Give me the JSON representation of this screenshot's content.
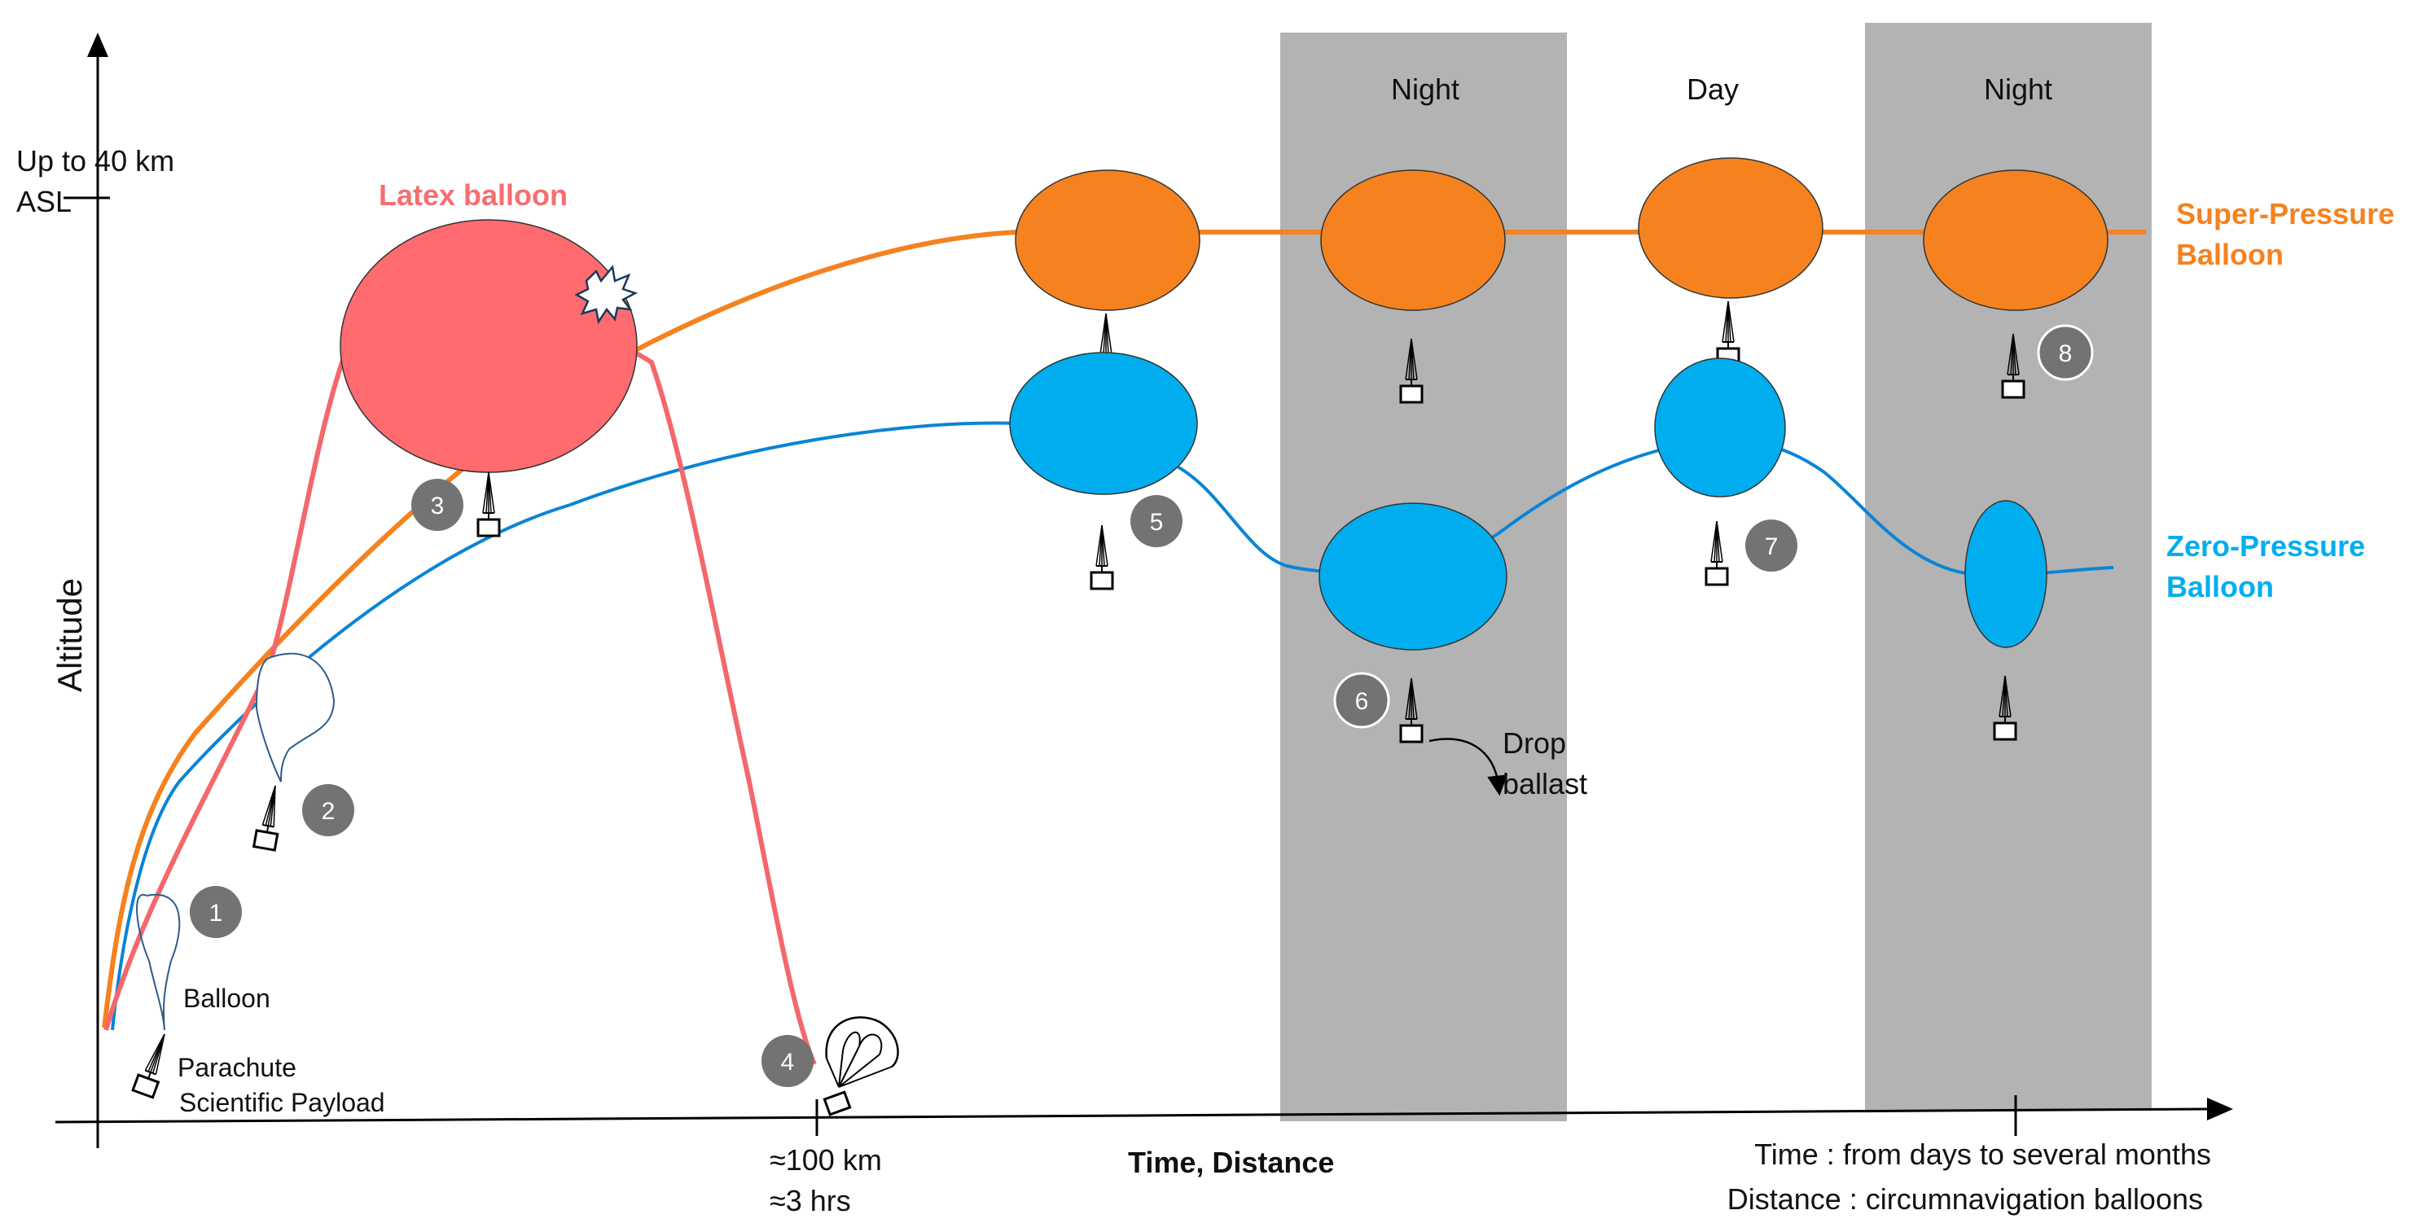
{
  "axes": {
    "y_label": "Altitude",
    "y_top_label_line1": "Up to 40 km",
    "y_top_label_line2": "ASL",
    "x_label": "Time, Distance",
    "x_tick_line1": "≈100 km",
    "x_tick_line2": "≈3 hrs",
    "x_note_line1": "Time : from days to several months",
    "x_note_line2": "Distance : circumnavigation balloons"
  },
  "periods": [
    "Night",
    "Day",
    "Night"
  ],
  "balloon_types": {
    "latex": "Latex balloon",
    "super_pressure_line1": "Super-Pressure",
    "super_pressure_line2": "Balloon",
    "zero_pressure_line1": "Zero-Pressure",
    "zero_pressure_line2": "Balloon"
  },
  "launch_labels": {
    "balloon": "Balloon",
    "parachute": "Parachute",
    "payload": "Scientific Payload"
  },
  "annotation": {
    "line1": "Drop",
    "line2": "ballast"
  },
  "steps": [
    "1",
    "2",
    "3",
    "4",
    "5",
    "6",
    "7",
    "8"
  ],
  "colors": {
    "latex": "#f4676b",
    "latex_label": "#f56e72",
    "super_pressure": "#f5821f",
    "zero_pressure": "#00aeef",
    "zero_pressure_line": "#2e8bc0",
    "night_band": "#b3b3b3",
    "step_badge": "#737373"
  },
  "icons": [
    "parachute-icon",
    "payload-box-icon",
    "burst-icon",
    "open-parachute-icon",
    "arrow-icon"
  ]
}
